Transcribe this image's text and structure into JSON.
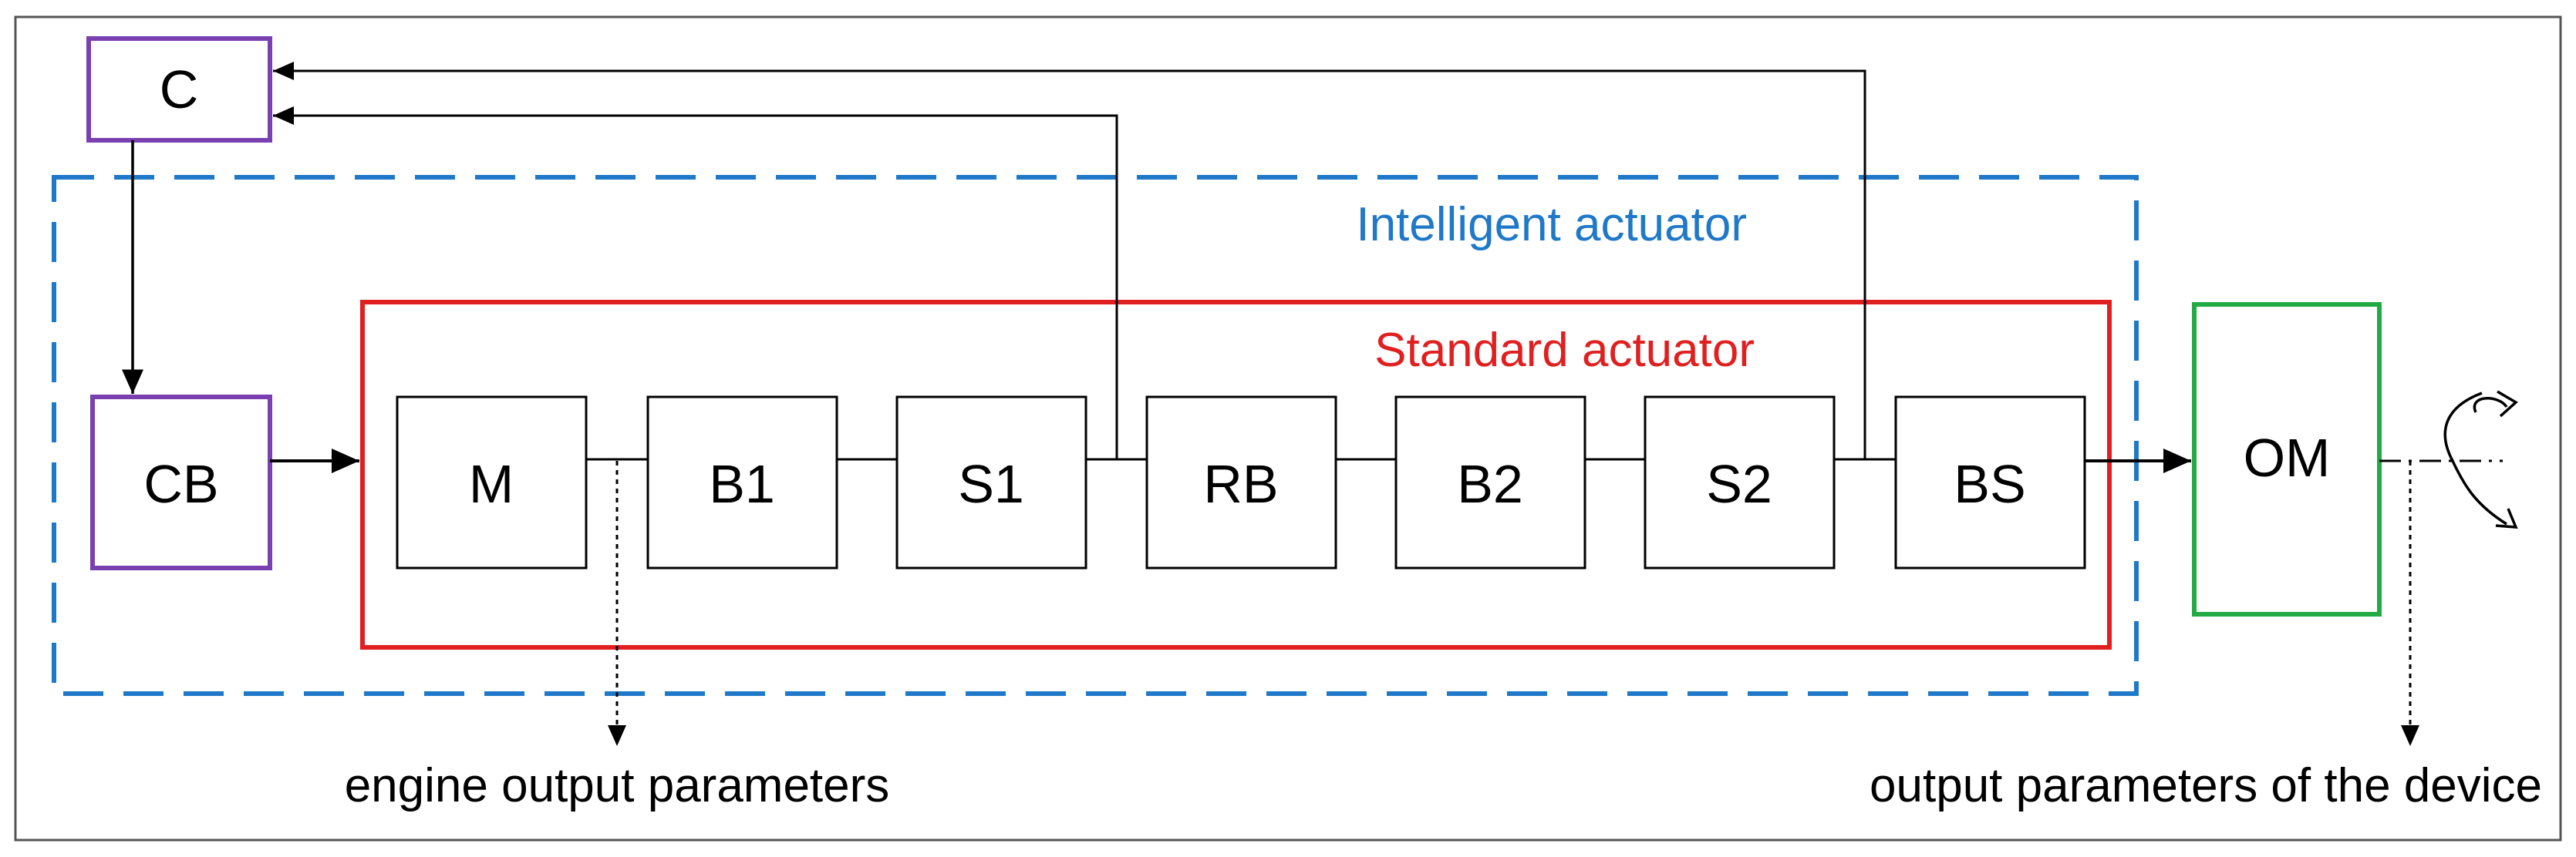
{
  "blocks": {
    "c": "C",
    "cb": "CB",
    "m": "M",
    "b1": "B1",
    "s1": "S1",
    "rb": "RB",
    "b2": "B2",
    "s2": "S2",
    "bs": "BS",
    "om": "OM"
  },
  "groups": {
    "intelligent": "Intelligent actuator",
    "standard": "Standard actuator"
  },
  "notes": {
    "engine": "engine output parameters",
    "device": "output parameters of the device"
  },
  "colors": {
    "intelligent_border": "#1f78c8",
    "standard_border": "#e02020",
    "controller_border": "#7a3fb0",
    "om_border": "#22aa44",
    "intelligent_text": "#1f78c8",
    "standard_text": "#e02020"
  }
}
